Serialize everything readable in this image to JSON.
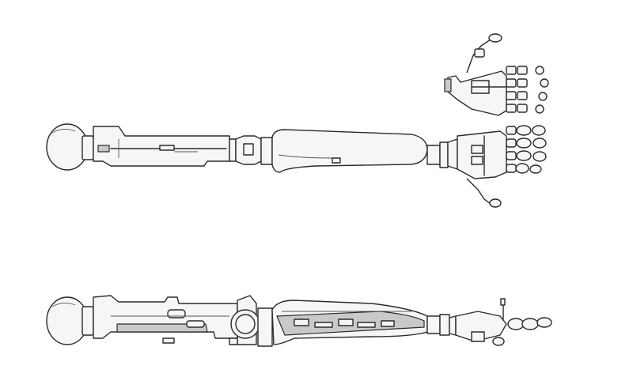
{
  "figure": {
    "views": [
      {
        "id": "top",
        "parts": [
          "shoulder-ball",
          "upper-arm",
          "elbow-joint",
          "forearm",
          "wrist",
          "hand"
        ]
      },
      {
        "id": "side",
        "parts": [
          "shoulder-ball",
          "upper-arm",
          "elbow-joint",
          "forearm",
          "wrist",
          "hand"
        ]
      }
    ]
  },
  "colors": {
    "background": "#ffffff",
    "line": "#2b2b2b",
    "fill": "#f6f6f6",
    "shade": "#c9c9c9"
  }
}
